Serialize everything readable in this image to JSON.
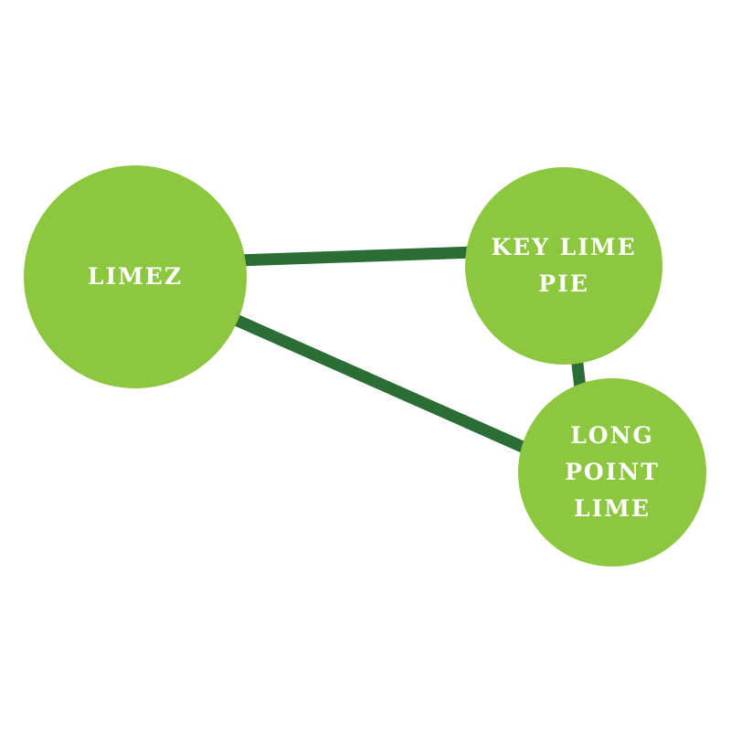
{
  "colors": {
    "node_fill": "#8dc63f",
    "edge_stroke": "#2a6e35",
    "label_text": "#ffffff",
    "background": "#ffffff"
  },
  "nodes": {
    "limez": {
      "label": "LIMEZ"
    },
    "key_lime_pie": {
      "label": "KEY LIME\nPIE"
    },
    "long_point_lime": {
      "label": "LONG\nPOINT\nLIME"
    }
  },
  "edges": [
    {
      "from": "limez",
      "to": "key_lime_pie"
    },
    {
      "from": "limez",
      "to": "long_point_lime"
    },
    {
      "from": "key_lime_pie",
      "to": "long_point_lime"
    }
  ]
}
